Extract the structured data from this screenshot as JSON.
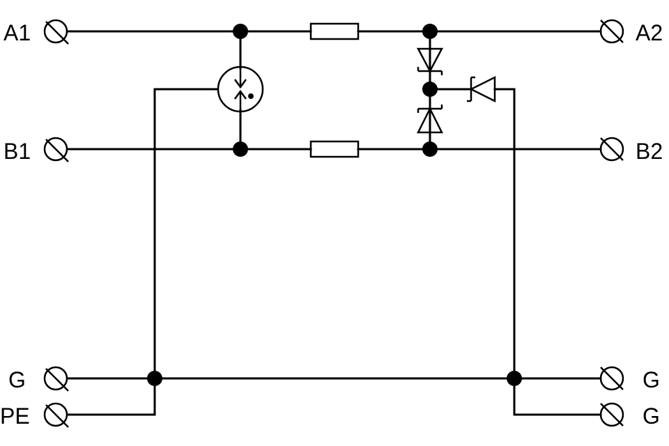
{
  "terminals": {
    "a1": "A1",
    "b1": "B1",
    "g_left": "G",
    "pe": "PE",
    "a2": "A2",
    "b2": "B2",
    "g_right_1": "G",
    "g_right_2": "G"
  },
  "colors": {
    "ink": "#000000",
    "background": "#ffffff"
  }
}
